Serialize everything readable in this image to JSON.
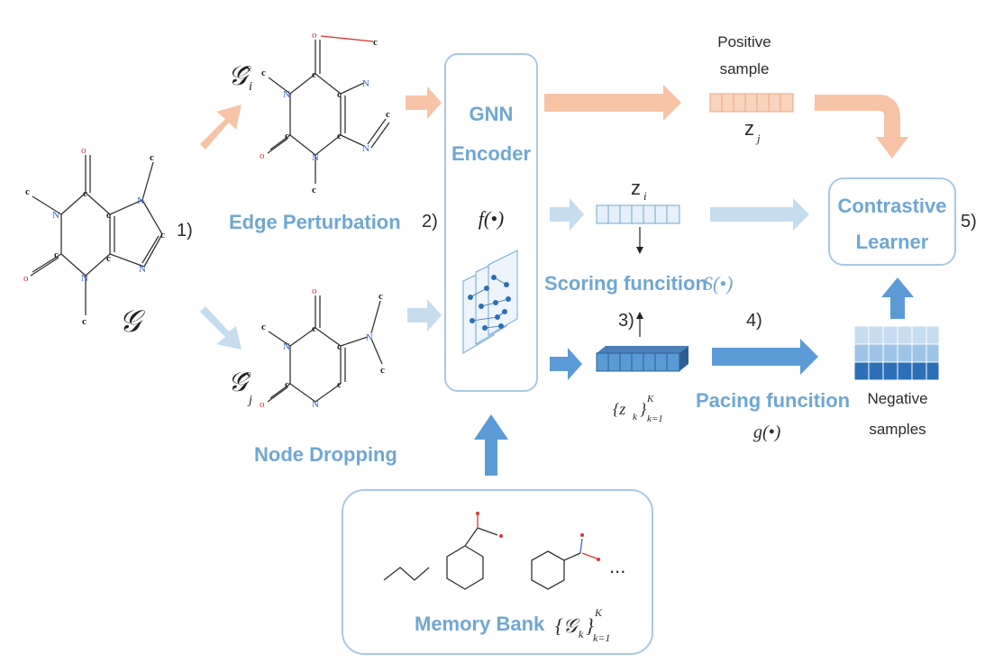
{
  "labels": {
    "step1": "1)",
    "step2": "2)",
    "step3": "3)",
    "step4": "4)",
    "step5": "5)",
    "graph_symbol": "𝒢",
    "graph_i": "𝒢̂",
    "graph_i_sub": "i",
    "graph_j": "𝒢̂",
    "graph_j_sub": "j",
    "edge_perturbation": "Edge Perturbation",
    "node_dropping": "Node Dropping",
    "gnn_encoder_line1": "GNN",
    "gnn_encoder_line2": "Encoder",
    "encoder_function": "f(•)",
    "positive_sample_line1": "Positive",
    "positive_sample_line2": "sample",
    "z_j": "z",
    "z_j_sub": "j",
    "z_i": "z",
    "z_i_sub": "i",
    "scoring_function": "Scoring funcition",
    "scoring_symbol": "S(•)",
    "z_k_set": "{z",
    "z_k_sub": "k",
    "z_k_close": "}",
    "z_k_sup": "K",
    "z_k_range": "k=1",
    "pacing_function": "Pacing funcition",
    "pacing_symbol": "g(•)",
    "negative_samples_line1": "Negative",
    "negative_samples_line2": "samples",
    "contrastive_line1": "Contrastive",
    "contrastive_line2": "Learner",
    "memory_bank": "Memory Bank",
    "memory_bank_set": "{𝒢",
    "memory_bank_sub": "k",
    "memory_bank_close": "}",
    "memory_bank_sup": "K",
    "memory_bank_range": "k=1",
    "ellipsis": "..."
  },
  "atoms": {
    "c": "c",
    "n": "N",
    "o": "o"
  },
  "colors": {
    "orange_arrow": "#f6c3a6",
    "light_blue_arrow": "#c6dcef",
    "medium_blue_arrow": "#5b9bd5",
    "box_border": "#a9c9e6",
    "label_blue": "#6fa7d3"
  }
}
